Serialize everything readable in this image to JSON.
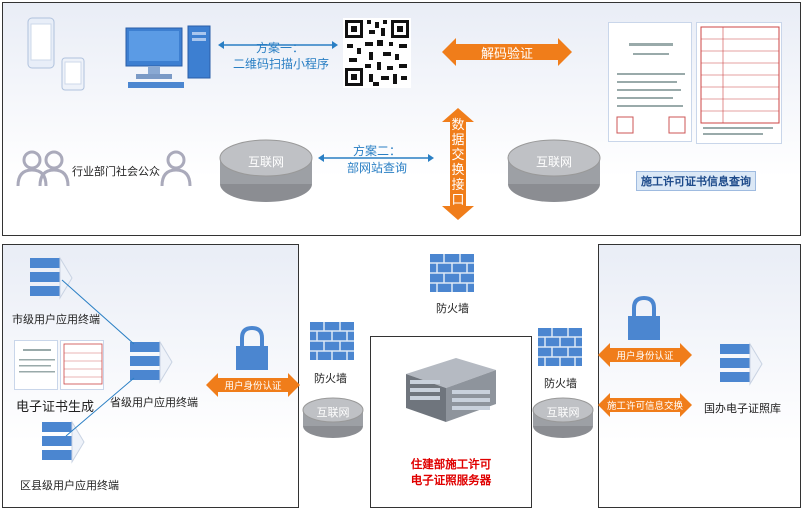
{
  "top": {
    "plan1": "方案一：",
    "plan1_sub": "二维码扫描小程序",
    "plan2": "方案二：",
    "plan2_sub": "部网站查询",
    "decode": "解码验证",
    "data_exchange": "数据交换接口",
    "internet_left": "互联网",
    "internet_right": "互联网",
    "public_label": "行业部门社会公众",
    "query_label": "施工许可证书信息查询"
  },
  "bottom": {
    "city_terminal": "市级用户应用终端",
    "ecert_gen": "电子证书生成",
    "province_terminal": "省级用户应用终端",
    "county_terminal": "区县级用户应用终端",
    "auth_left": "用户身份认证",
    "firewall_top": "防火墙",
    "firewall_left": "防火墙",
    "firewall_right": "防火墙",
    "internet_left": "互联网",
    "internet_right": "互联网",
    "server_title_1": "住建部施工许可",
    "server_title_2": "电子证照服务器",
    "auth_right": "用户身份认证",
    "info_exchange": "施工许可信息交换",
    "national_lib": "国办电子证照库"
  },
  "colors": {
    "accent_blue": "#2a7fc4",
    "arrow_orange": "#f07d1a",
    "server_red": "#e00000"
  }
}
